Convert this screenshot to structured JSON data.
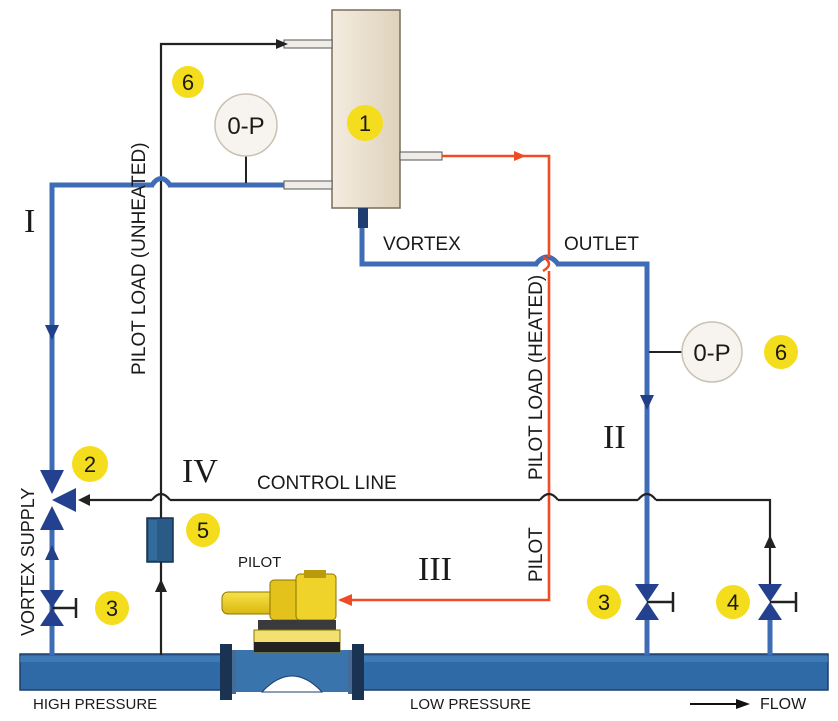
{
  "labels": {
    "vortex": "VORTEX",
    "outlet": "OUTLET",
    "control_line": "CONTROL LINE",
    "pilot": "PILOT",
    "pilot_load_unheated": "PILOT LOAD (UNHEATED)",
    "pilot_load_heated": "PILOT LOAD (HEATED)",
    "vortex_supply": "VORTEX SUPPLY",
    "high_pressure": "HIGH PRESSURE",
    "low_pressure": "LOW PRESSURE",
    "flow": "FLOW"
  },
  "romans": {
    "r1": "I",
    "r2": "II",
    "r3": "III",
    "r4": "IV"
  },
  "gauges": {
    "g1": "0-P",
    "g2": "0-P"
  },
  "callouts": {
    "c1": "1",
    "c2": "2",
    "c3a": "3",
    "c3b": "3",
    "c4": "4",
    "c5": "5",
    "c6a": "6",
    "c6b": "6"
  },
  "colors": {
    "supply_line": "#3f6db5",
    "heated_line": "#ef4b24",
    "control_line": "#222222",
    "main_pipe": "#2f6aa6",
    "callout_fill": "#f4dd1c",
    "pilot_body": "#f2d32a",
    "vortex_body": "#eee3cf"
  }
}
